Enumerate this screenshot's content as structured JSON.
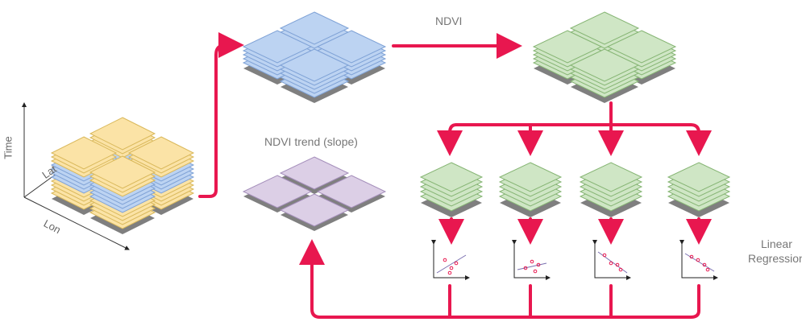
{
  "labels": {
    "ndvi": "NDVI",
    "ndvi_trend": "NDVI trend (slope)",
    "linear_regression": "Linear\nRegression"
  },
  "axes": {
    "time": "Time",
    "lat": "Lat",
    "lon": "Lon"
  },
  "colors": {
    "arrow": "#e8174f",
    "yellow_tile": "#fbe3a6",
    "blue_tile": "#bcd3f2",
    "green_tile": "#cfe6c5",
    "purple_tile": "#dccfe6",
    "tile_base": "#7f7f7f"
  }
}
